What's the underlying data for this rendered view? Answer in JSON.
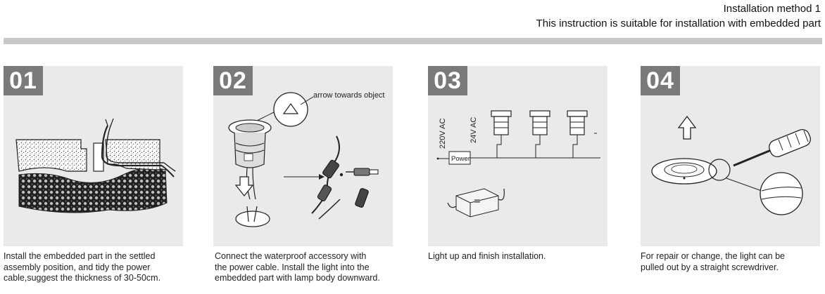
{
  "header": {
    "title": "Installation method 1",
    "subtitle": "This instruction is suitable for installation with embedded part"
  },
  "steps": [
    {
      "number": "01",
      "caption": [
        "Install the embedded part in the settled",
        "assembly position, and tidy the power",
        "cable,suggest the thickness of 30-50cm."
      ]
    },
    {
      "number": "02",
      "callout": "arrow towards object",
      "caption": [
        "Connect the waterproof accessory with",
        "the power cable. Install the light into the",
        "embedded part with lamp body downward."
      ]
    },
    {
      "number": "03",
      "labels": {
        "ac220": "220V AC",
        "ac24": "24V AC",
        "power": "Power"
      },
      "caption": [
        "Light up and finish installation."
      ]
    },
    {
      "number": "04",
      "caption": [
        "For repair or change, the light can be",
        "pulled out by a straight screwdriver."
      ]
    }
  ],
  "colors": {
    "badge": "#7a7a7a",
    "panel": "#eaeaea",
    "bar": "#c9c9c9"
  }
}
